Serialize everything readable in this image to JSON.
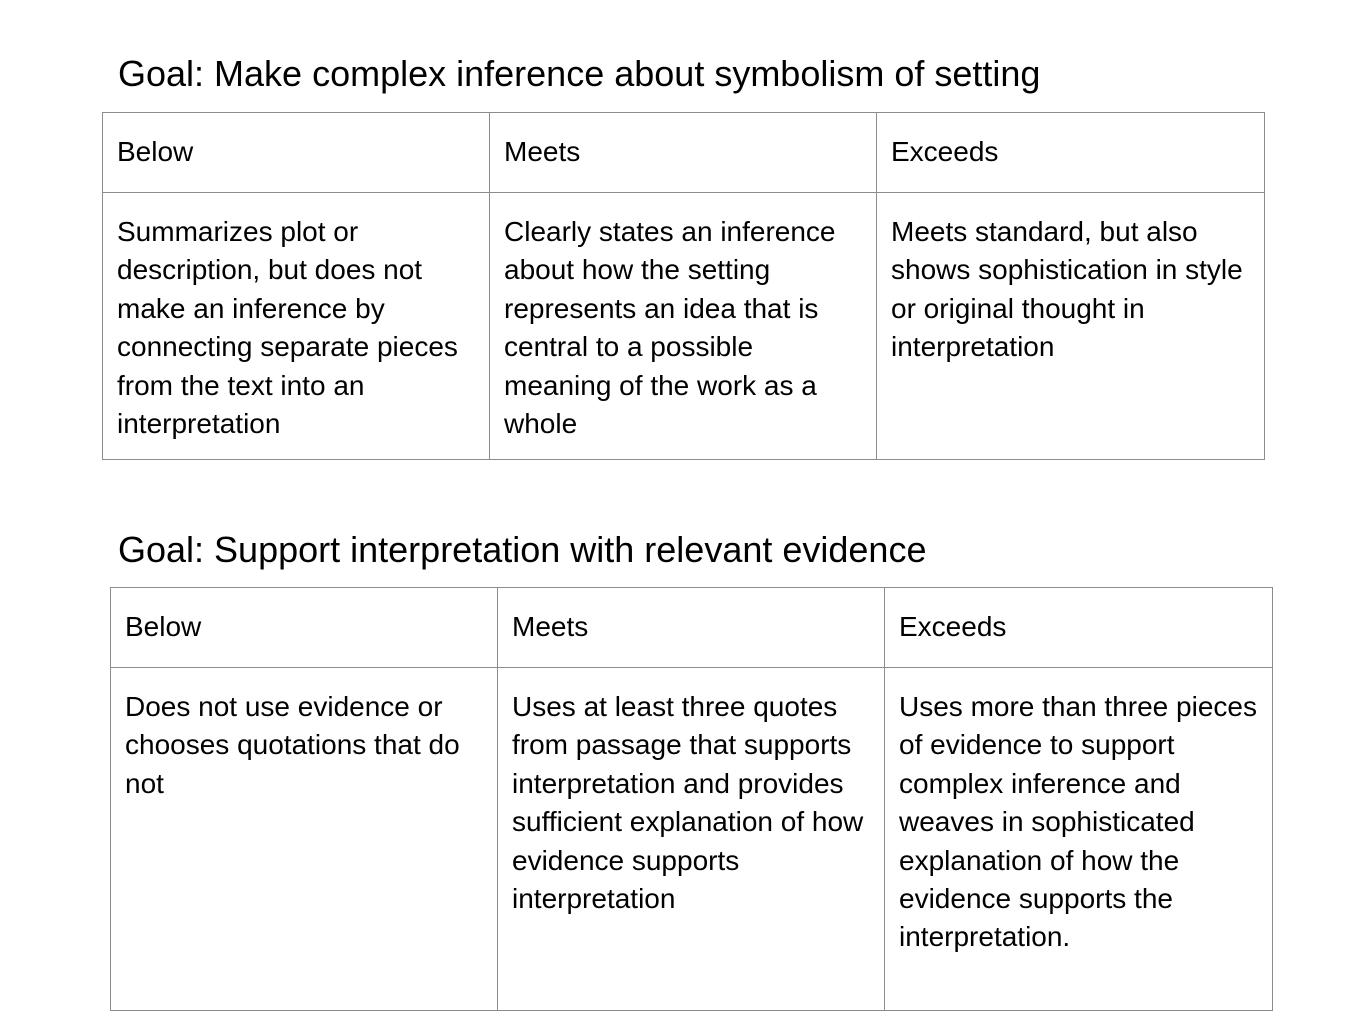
{
  "sections": [
    {
      "title": "Goal: Make complex inference about symbolism of setting",
      "headers": [
        "Below",
        "Meets",
        "Exceeds"
      ],
      "descriptions": [
        "Summarizes plot or description, but does not make an inference by connecting separate pieces from the text into an interpretation",
        "Clearly states an inference about how the setting represents an idea that is central to a possible meaning of the work as a whole",
        "Meets standard, but also shows sophistication in style or original thought in interpretation"
      ]
    },
    {
      "title": "Goal: Support interpretation with relevant evidence",
      "headers": [
        "Below",
        "Meets",
        "Exceeds"
      ],
      "descriptions": [
        "Does not use evidence or chooses quotations that do not",
        "Uses at least three quotes from passage that supports interpretation and provides sufficient explanation of how evidence supports interpretation",
        "Uses more than three pieces of evidence to support complex inference and weaves in sophisticated explanation of how the evidence supports the interpretation."
      ]
    }
  ]
}
